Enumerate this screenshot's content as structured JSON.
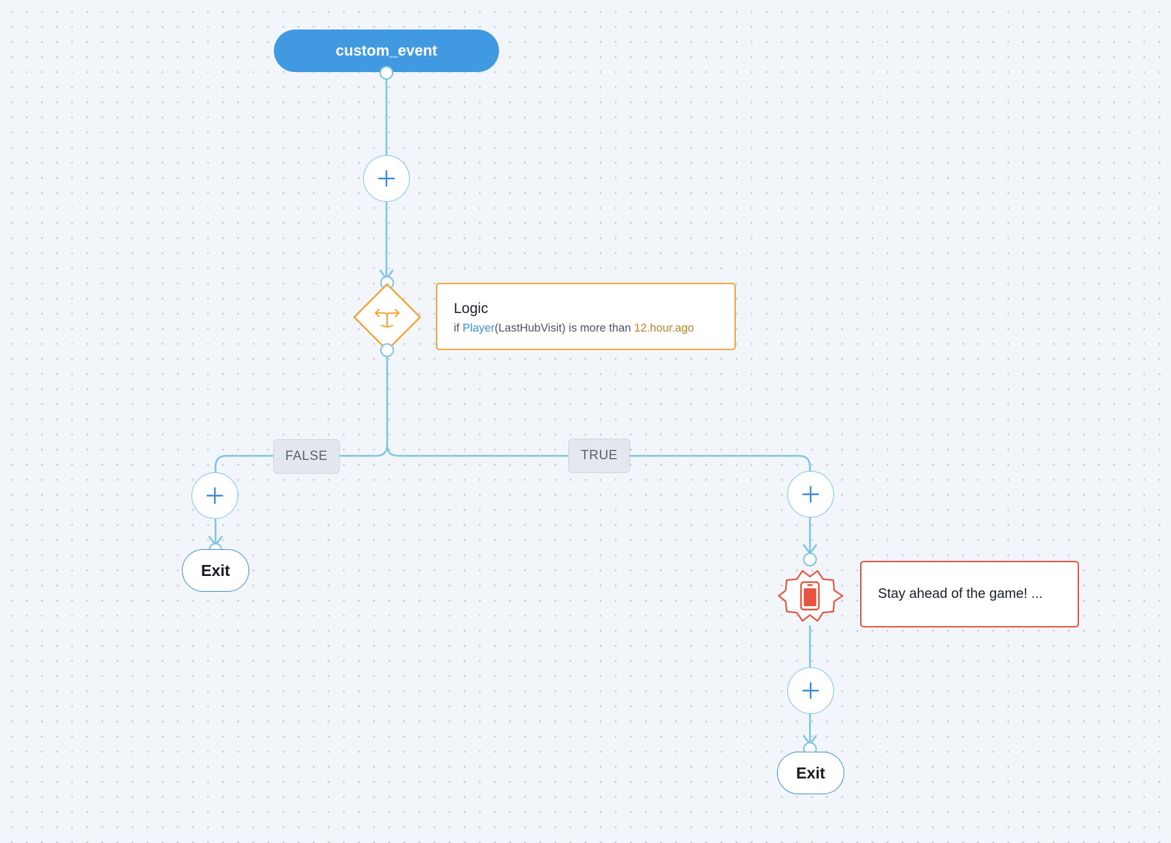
{
  "trigger": {
    "label": "custom_event"
  },
  "logic": {
    "title": "Logic",
    "condition": {
      "prefix": "if ",
      "entity": "Player",
      "attribute": "(LastHubVisit)",
      "operator": " is more than ",
      "value": "12.hour.ago"
    }
  },
  "branches": {
    "false_label": "FALSE",
    "true_label": "TRUE"
  },
  "message": {
    "text": "Stay ahead of the game! ..."
  },
  "exits": {
    "false_exit_label": "Exit",
    "true_exit_label": "Exit"
  },
  "icons": {
    "add": "plus-icon",
    "logic": "split-arrows-icon",
    "message": "mobile-push-icon"
  },
  "colors": {
    "trigger": "#4199e1",
    "connector": "#7cc4e4",
    "logic_accent": "#f2a53b",
    "message_accent": "#e6533f",
    "exit_border": "#3d8cd1",
    "canvas_background": "#f2f5f9"
  }
}
